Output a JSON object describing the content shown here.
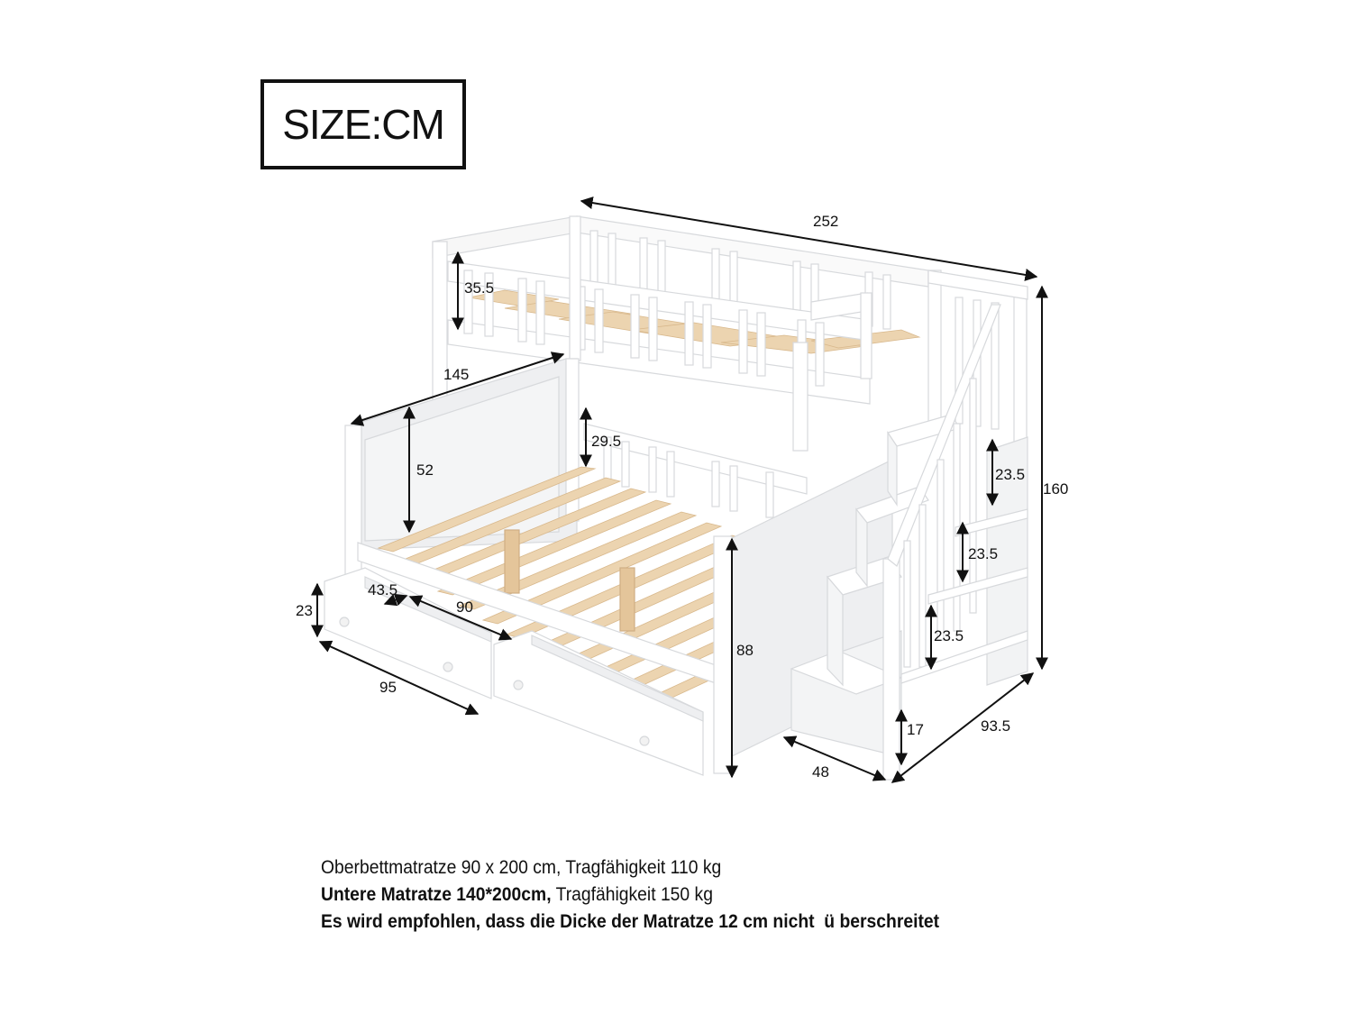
{
  "header": {
    "size_label": "SIZE:CM"
  },
  "dimensions": {
    "total_length": "252",
    "upper_rail_height": "35.5",
    "lower_width": "145",
    "headboard_height": "52",
    "lower_rail_height": "29.5",
    "drawer_height": "23",
    "drawer_depth": "43.5",
    "drawer_length": "90",
    "drawer_front_width": "95",
    "footpost_height": "88",
    "stair_shelf_1": "23.5",
    "stair_shelf_2": "23.5",
    "stair_shelf_3": "23.5",
    "total_height": "160",
    "stair_base_height": "17",
    "stair_width": "48",
    "stair_depth": "93.5"
  },
  "notes": {
    "line1": "Oberbettmatratze 90 x 200 cm, Tragfähigkeit 110 kg",
    "line2_bold": "Untere Matratze 140*200cm,",
    "line2_normal": " Tragfähigkeit 150 kg",
    "line3": "Es wird empfohlen, dass die Dicke der Matratze 12 cm nicht  ü berschreitet"
  },
  "colors": {
    "frame": "#ffffff",
    "frame_shade": "#e9eaec",
    "slat": "#ecd4b0",
    "slat_edge": "#d8b88c",
    "line": "#111111"
  }
}
